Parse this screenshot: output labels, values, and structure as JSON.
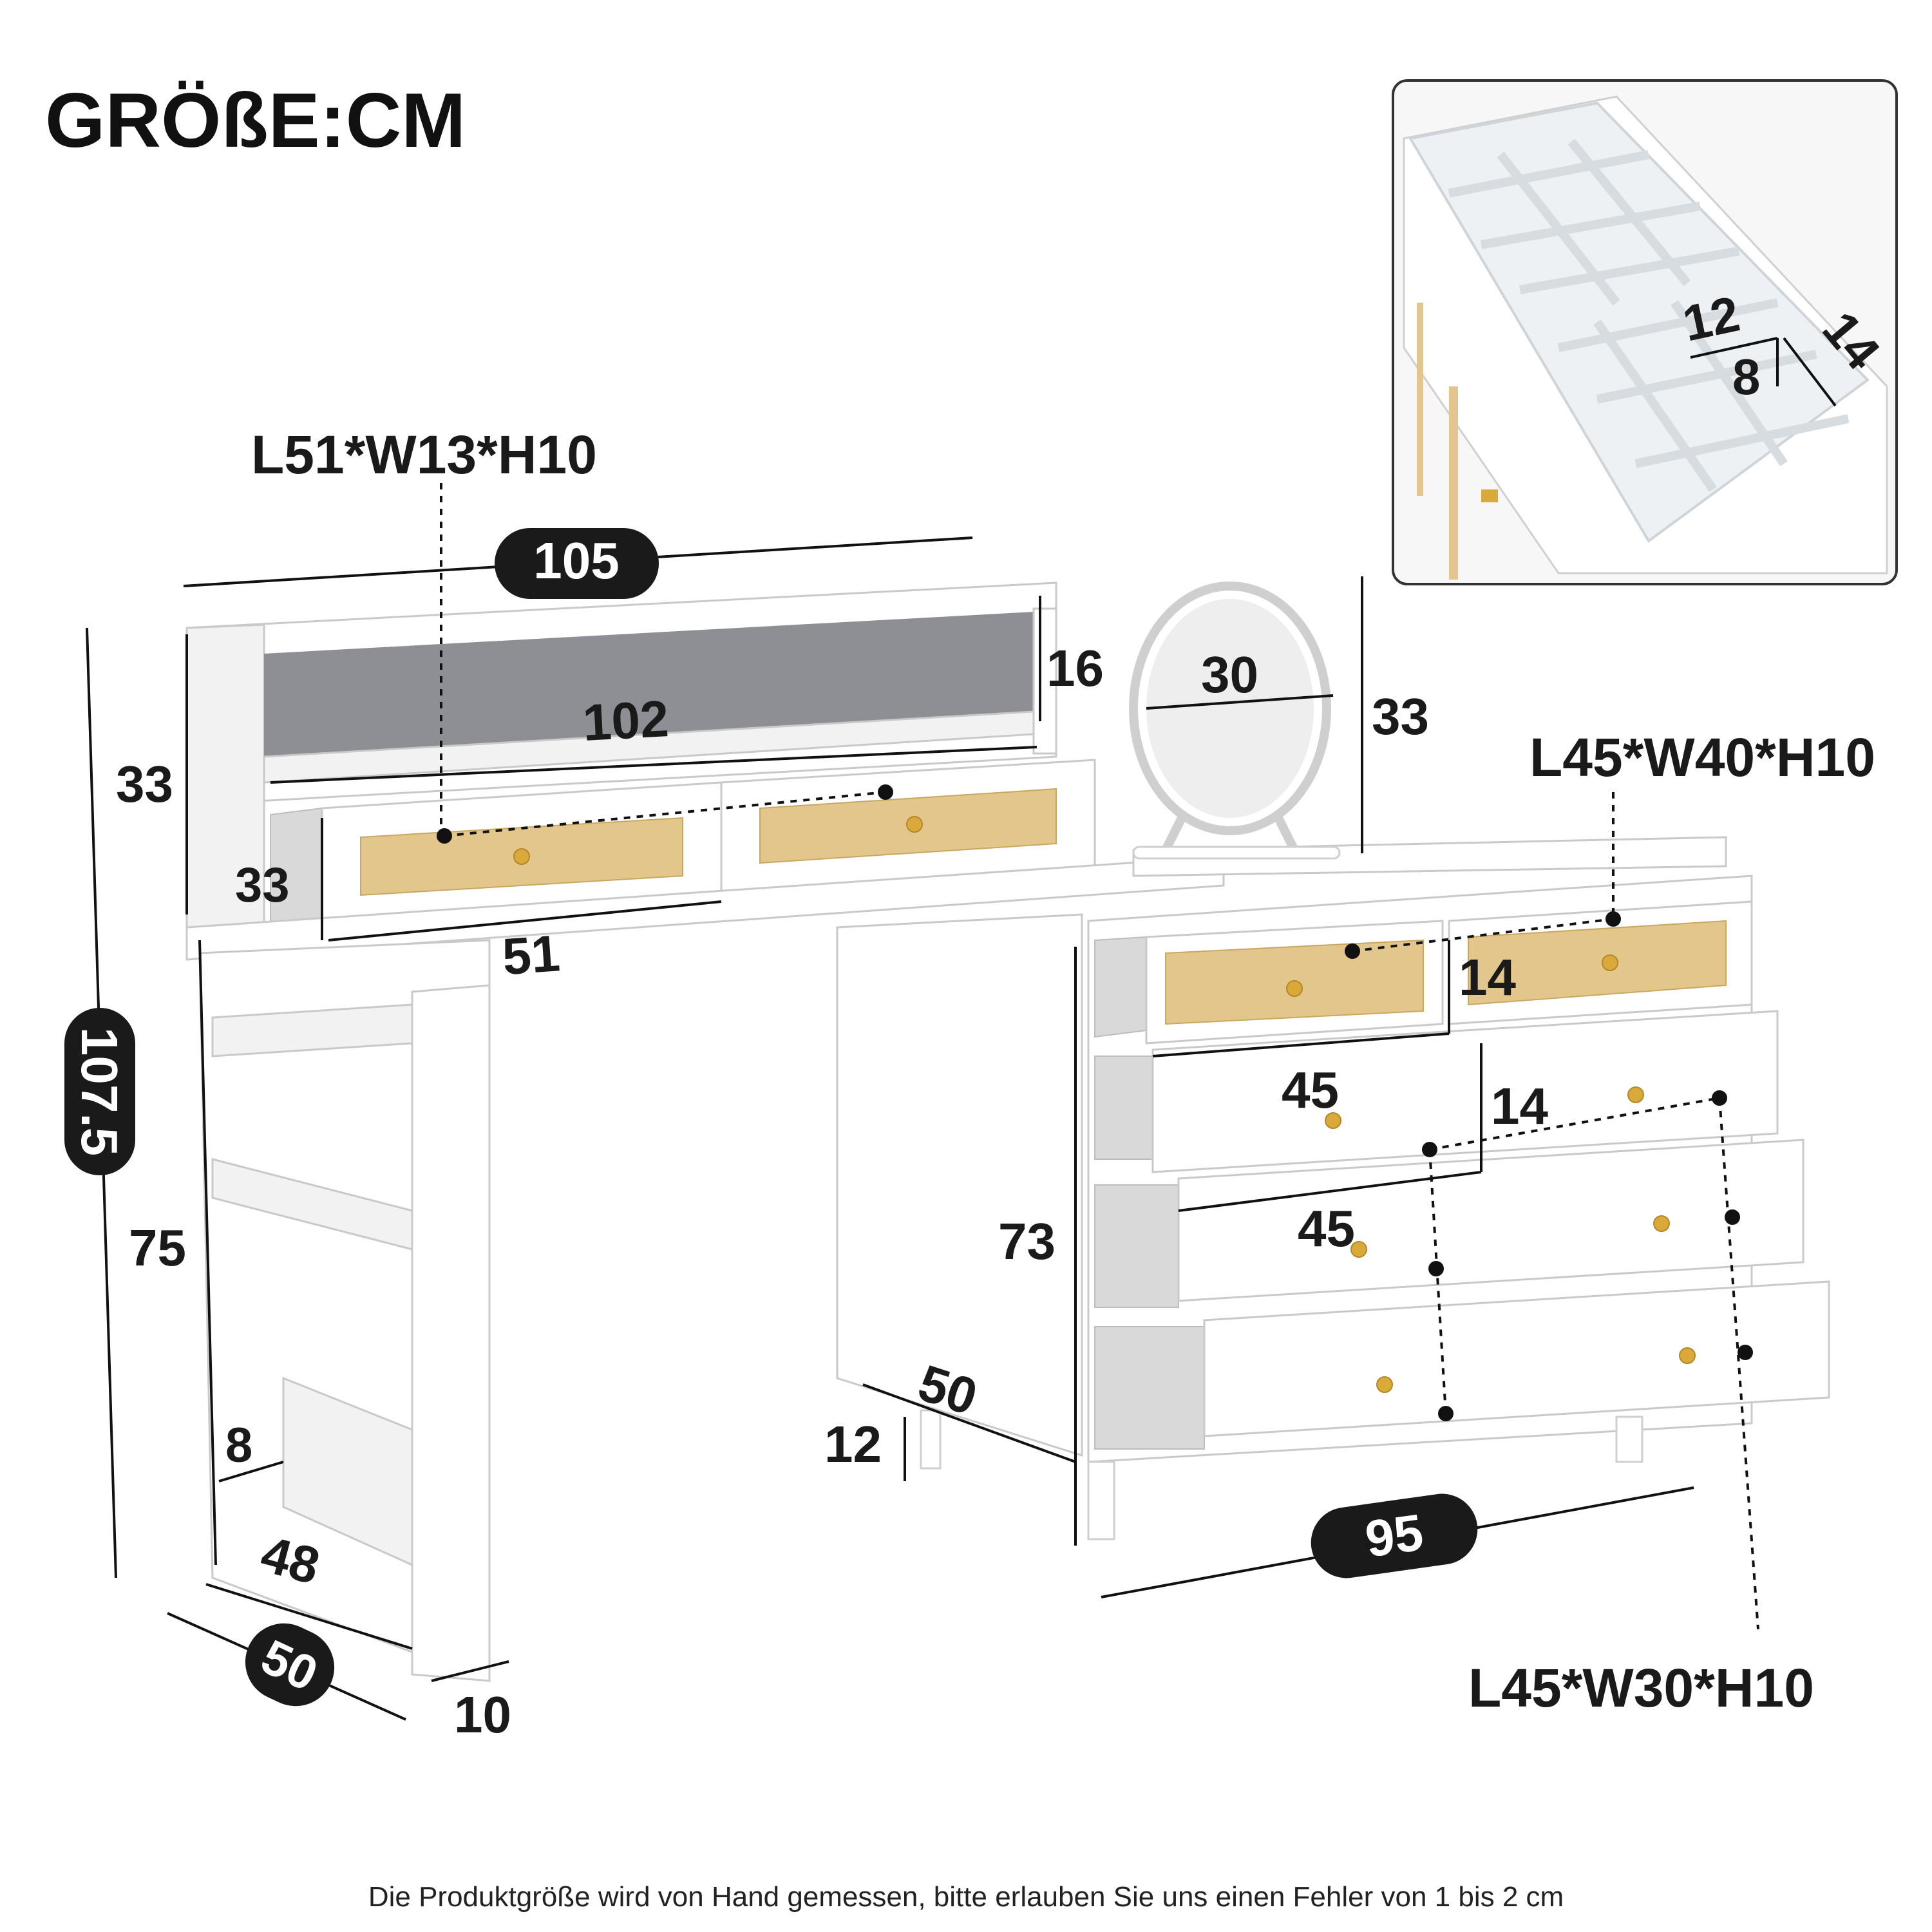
{
  "title": "GRÖßE:CM",
  "footnote": "Die Produktgröße wird von Hand gemessen, bitte erlauben Sie uns einen Fehler von 1 bis 2 cm",
  "colors": {
    "pill": "#1a1a1a",
    "text": "#1a1a1a",
    "rattan": "#e2c68b",
    "knob": "#d9a93a",
    "felt": "#8d8f94"
  },
  "labels": {
    "top_drawer_size": "L51*W13*H10",
    "upper_drawer_size": "L45*W40*H10",
    "lower_drawer_size": "L45*W30*H10",
    "total_width": "105",
    "total_height": "107.5",
    "hutch_height": "33",
    "shelf_width": "102",
    "shelf_height": "16",
    "top_drawer_height": "33",
    "top_drawer_width": "51",
    "desk_height": "75",
    "side_shelf_depth": "8",
    "side_shelf_width": "48",
    "desk_depth": "50",
    "leg_panel": "10",
    "mirror_width": "30",
    "mirror_height": "33",
    "drawer1_height": "14",
    "drawer1_width": "45",
    "drawer2_height": "14",
    "drawer2_width": "45",
    "cabinet_height": "73",
    "cabinet_depth": "50",
    "leg_height": "12",
    "cabinet_width": "95",
    "inset_12": "12",
    "inset_8": "8",
    "inset_14": "14"
  }
}
